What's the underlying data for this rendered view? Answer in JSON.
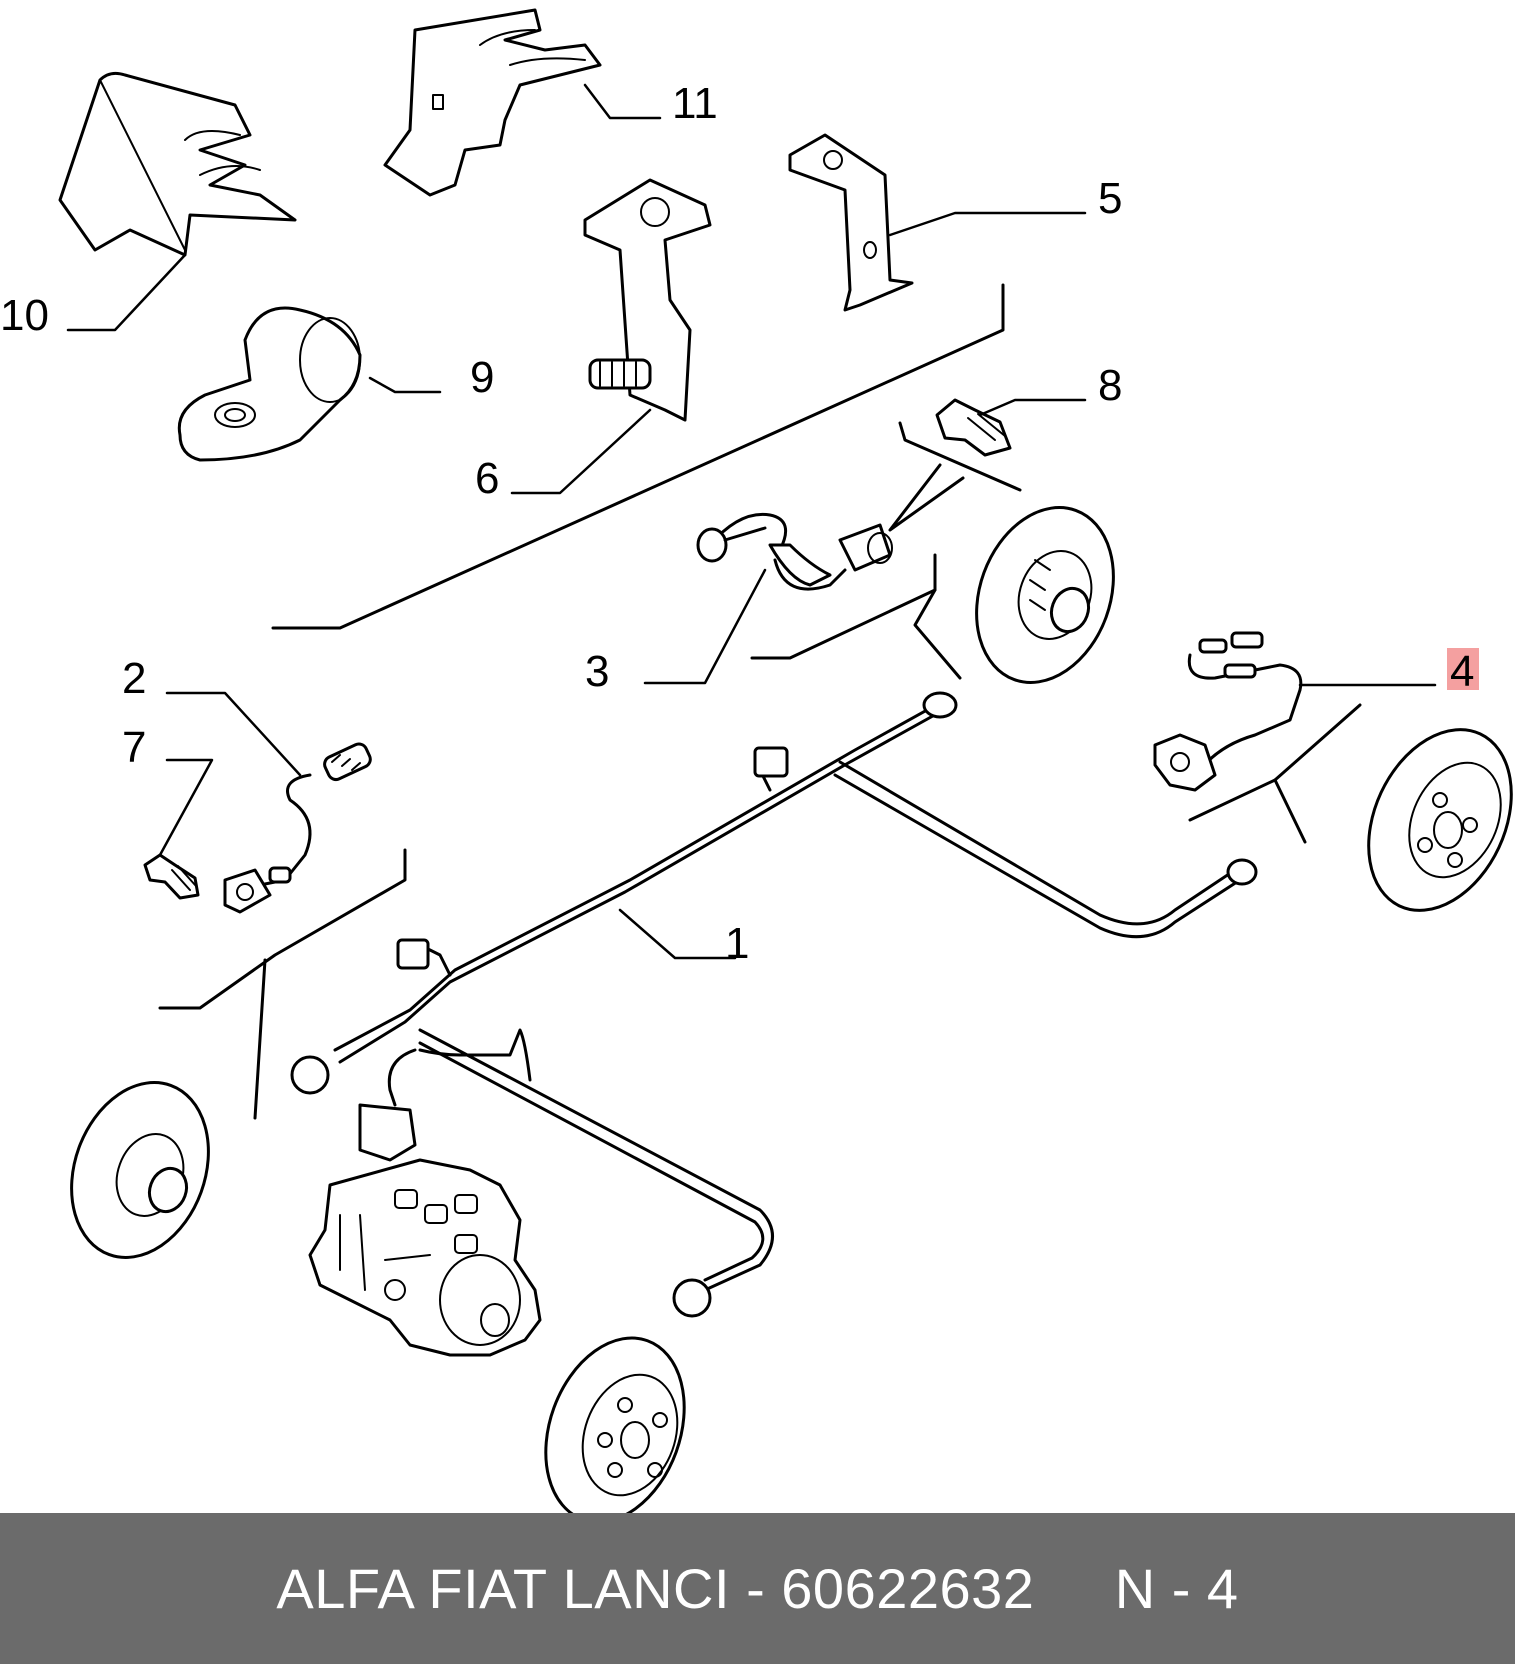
{
  "diagram": {
    "callouts": [
      "1",
      "2",
      "3",
      "4",
      "5",
      "6",
      "7",
      "8",
      "9",
      "10",
      "11"
    ],
    "highlight_color": "#f4a0a0"
  },
  "footer": {
    "text": "ALFA FIAT LANCI - 60622632     N - 4",
    "background": "#6b6b6b",
    "color": "#ffffff"
  }
}
